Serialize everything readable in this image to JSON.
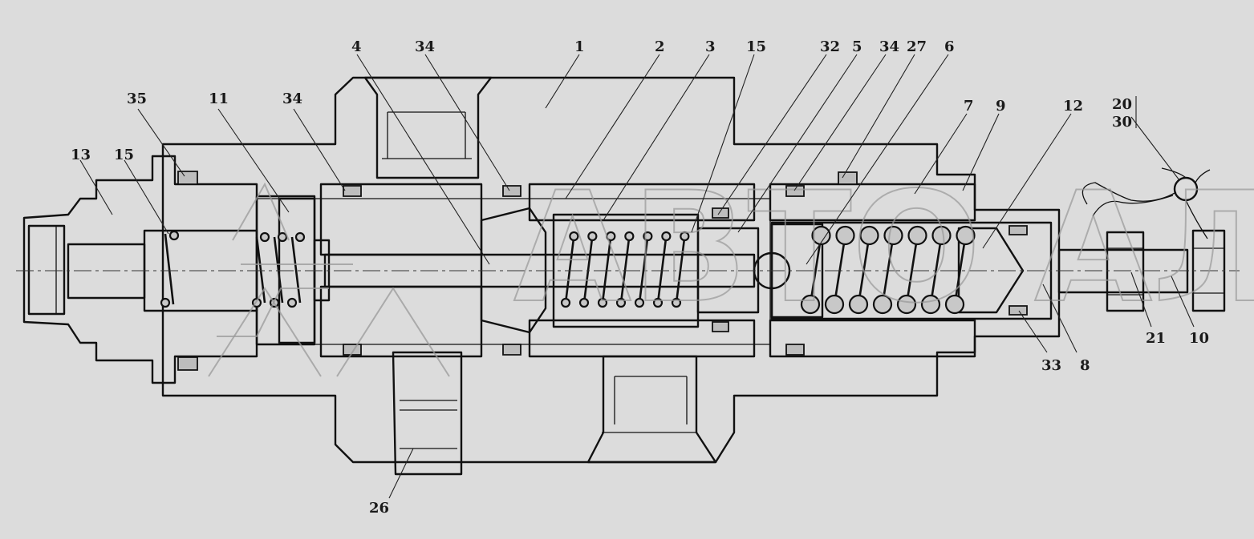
{
  "diagram": {
    "description": "Sectional drawing of a hydraulic valve assembly with numbered callouts",
    "watermark": "АВТО АЛЬЯНС",
    "callouts": [
      {
        "id": "c1",
        "text": "1"
      },
      {
        "id": "c2",
        "text": "2"
      },
      {
        "id": "c3",
        "text": "3"
      },
      {
        "id": "c4",
        "text": "4"
      },
      {
        "id": "c5",
        "text": "5"
      },
      {
        "id": "c6",
        "text": "6"
      },
      {
        "id": "c7",
        "text": "7"
      },
      {
        "id": "c8",
        "text": "8"
      },
      {
        "id": "c9",
        "text": "9"
      },
      {
        "id": "c10",
        "text": "10"
      },
      {
        "id": "c11",
        "text": "11"
      },
      {
        "id": "c12",
        "text": "12"
      },
      {
        "id": "c13",
        "text": "13"
      },
      {
        "id": "c15a",
        "text": "15"
      },
      {
        "id": "c15b",
        "text": "15"
      },
      {
        "id": "c20",
        "text": "20"
      },
      {
        "id": "c21",
        "text": "21"
      },
      {
        "id": "c26",
        "text": "26"
      },
      {
        "id": "c27",
        "text": "27"
      },
      {
        "id": "c30",
        "text": "30"
      },
      {
        "id": "c32",
        "text": "32"
      },
      {
        "id": "c33",
        "text": "33"
      },
      {
        "id": "c34a",
        "text": "34"
      },
      {
        "id": "c34b",
        "text": "34"
      },
      {
        "id": "c34c",
        "text": "34"
      },
      {
        "id": "c35",
        "text": "35"
      }
    ]
  }
}
